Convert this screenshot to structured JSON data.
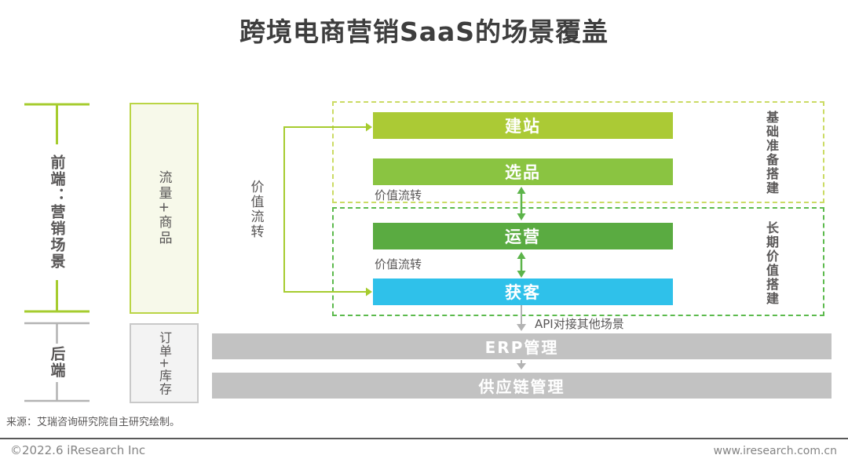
{
  "title": "跨境电商营销SaaS的场景覆盖",
  "colors": {
    "title_text": "#3e3e3e",
    "body_text": "#595757",
    "bracket_green": "#a6cc2f",
    "bracket_gray": "#b3b3b3",
    "flow_box_fill": "#f7f9ea",
    "flow_box_border": "#bad545",
    "order_box_fill": "#f3f3f3",
    "order_box_border": "#c9c9c9",
    "dashed_top_border": "#cbdb64",
    "dashed_bottom_border": "#5cba4d",
    "bar_jianzhan": "#abca35",
    "bar_xuanpin": "#8ac441",
    "bar_yunying": "#5aab41",
    "bar_huoke": "#2fc1ea",
    "bar_gray": "#c2c2c2",
    "connector_green": "#a6cc2f",
    "arrow_green": "#5cb44a",
    "arrow_gray": "#b3b3b3"
  },
  "left_panel": {
    "front_label": "前端：营销场景",
    "back_label": "后端",
    "flow_box_label": "流量+商品",
    "order_box_label": "订单+库存"
  },
  "center": {
    "value_flow_vertical_label": "价值流转"
  },
  "scenes": {
    "bars": [
      {
        "label": "建站"
      },
      {
        "label": "选品"
      },
      {
        "label": "运营"
      },
      {
        "label": "获客"
      }
    ],
    "value_flow_label_top": "价值流转",
    "value_flow_label_bottom": "价值流转",
    "api_link_label": "API对接其他场景",
    "backend_bars": [
      {
        "label": "ERP管理"
      },
      {
        "label": "供应链管理"
      }
    ],
    "stage_label_top": "基础准备搭建",
    "stage_label_bottom": "长期价值搭建"
  },
  "footer": {
    "source_note": "来源：艾瑞咨询研究院自主研究绘制。",
    "copyright": "©2022.6 iResearch Inc",
    "website": "www.iresearch.com.cn"
  }
}
